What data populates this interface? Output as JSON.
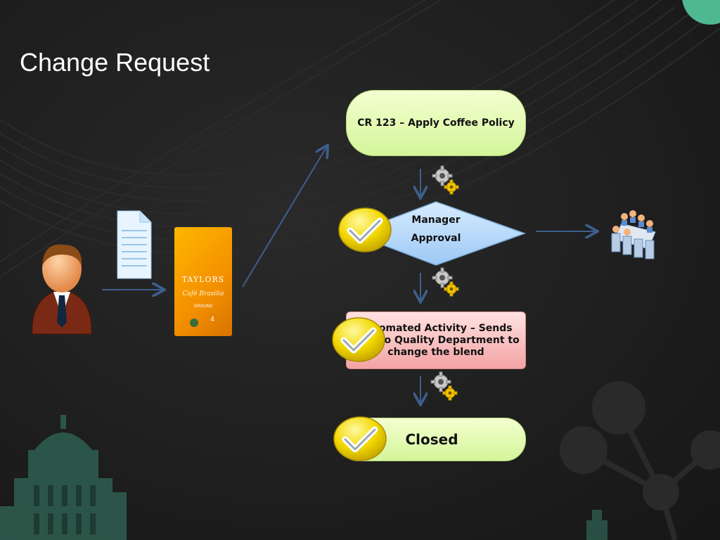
{
  "slide": {
    "title": "Change Request"
  },
  "flow": {
    "request": "CR 123 – Apply Coffee Policy",
    "approval_line1": "Manager",
    "approval_line2": "Approval",
    "automated": "Automated Activity – Sends mail to Quality Department to change the blend",
    "closed": "Closed"
  },
  "product": {
    "brand": "TAYLORS",
    "name": "Café Brasilia",
    "subtitle": "GROUND",
    "strength": "4"
  },
  "icons": [
    "user-icon",
    "document-icon",
    "coffee-pack-image",
    "gears-icon",
    "checkmark-icon",
    "meeting-icon"
  ],
  "colors": {
    "background": "#1d1d1d",
    "accent_green": "#d4f59a",
    "accent_red": "#f3a3a3",
    "accent_blue": "#a9cff7",
    "arrow": "#3e5f8e",
    "teal_deco": "#4fb892"
  }
}
